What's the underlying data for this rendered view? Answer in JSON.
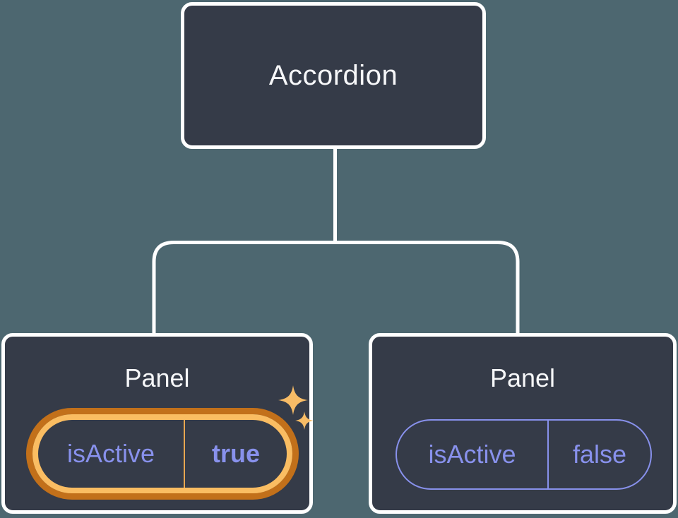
{
  "diagram": {
    "type": "component-tree",
    "tree": {
      "root": {
        "label": "Accordion"
      },
      "children": [
        {
          "label": "Panel",
          "state": {
            "key": "isActive",
            "value": "true"
          },
          "highlighted": true,
          "sparkles": true
        },
        {
          "label": "Panel",
          "state": {
            "key": "isActive",
            "value": "false"
          },
          "highlighted": false,
          "sparkles": false
        }
      ]
    },
    "icons": {
      "sparkle": "sparkle-icon"
    },
    "colors": {
      "background": "#4D6770",
      "node_fill": "#353B48",
      "node_border": "#FFFFFF",
      "connector": "#FFFFFF",
      "title_text": "#F6F7F9",
      "state_text": "#8891EC",
      "highlight_gold": "#FABD62",
      "highlight_dark_orange": "#C2701A",
      "divider_gold": "#E9A750",
      "sparkle_gold": "#F8BC66"
    }
  }
}
